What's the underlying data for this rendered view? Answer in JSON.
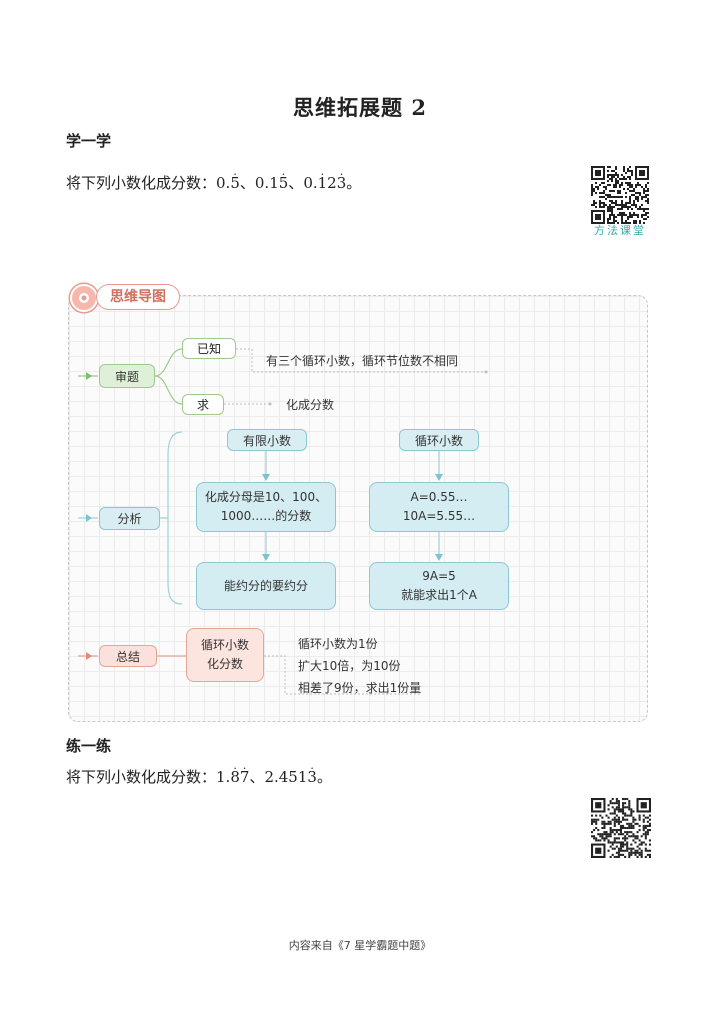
{
  "title": "思维拓展题 2",
  "learn": {
    "heading": "学一学",
    "prompt": "将下列小数化成分数：",
    "n1_int": "0.",
    "n1_rep": "5",
    "sep1": "、",
    "n2_int": "0.1",
    "n2_rep": "5",
    "sep2": "、",
    "n3_int": "0.",
    "n3_rep1": "1",
    "n3_mid": "2",
    "n3_rep2": "3",
    "end": "。",
    "dot": "·",
    "qr_label": "方法课堂"
  },
  "mindmap": {
    "title": "思维导图",
    "review": {
      "label": "审题",
      "known_label": "已知",
      "known_text": "有三个循环小数，循环节位数不相同",
      "ask_label": "求",
      "ask_text": "化成分数"
    },
    "analysis": {
      "label": "分析",
      "finite_label": "有限小数",
      "finite_step1_line1": "化成分母是10、100、",
      "finite_step1_line2": "1000……的分数",
      "finite_step2": "能约分的要约分",
      "recurring_label": "循环小数",
      "rec_step1_line1": "A=0.55…",
      "rec_step1_line2": "10A=5.55…",
      "rec_step2_line1": "9A=5",
      "rec_step2_line2": "就能求出1个A"
    },
    "summary": {
      "label": "总结",
      "box_line1": "循环小数",
      "box_line2": "化分数",
      "text_line1": "循环小数为1份",
      "text_line2": "扩大10倍，为10份",
      "text_line3": "相差了9份，求出1份量"
    }
  },
  "practice": {
    "heading": "练一练",
    "prompt": "将下列小数化成分数：",
    "n1_int": "1.",
    "n1_rep1": "8",
    "n1_rep2": "7",
    "sep1": "、",
    "n2_int": "2.451",
    "n2_rep": "3",
    "end": "。"
  },
  "footer": "内容来自《7 星学霸题中题》"
}
